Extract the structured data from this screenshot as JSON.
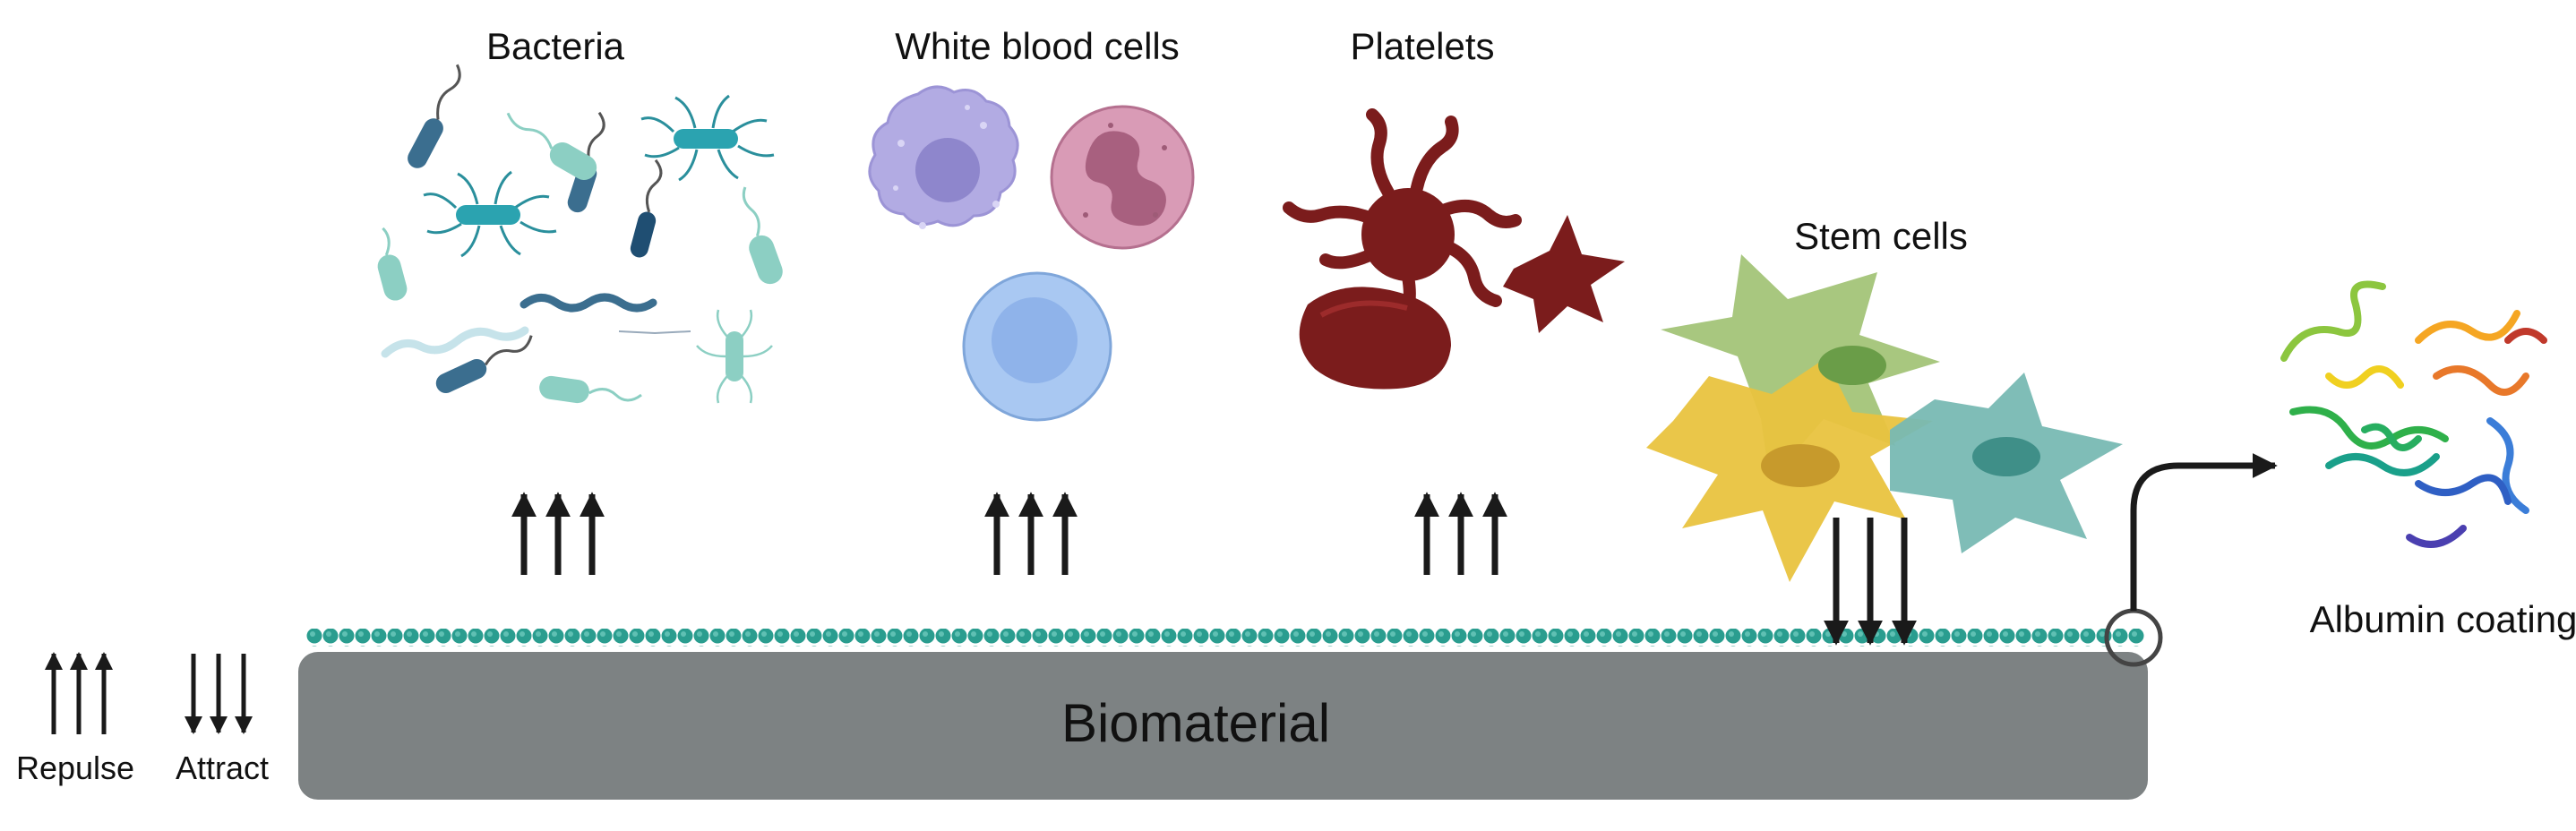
{
  "labels": {
    "bacteria": "Bacteria",
    "white_blood_cells": "White blood cells",
    "platelets": "Platelets",
    "stem_cells": "Stem cells",
    "albumin_coating": "Albumin coating",
    "biomaterial": "Biomaterial"
  },
  "legend": {
    "repulse": "Repulse",
    "attract": "Attract"
  },
  "colors": {
    "biomaterial": "#7d8283",
    "coating": "#2a9d8f",
    "arrow": "#1a1a1a",
    "bacteria_dark": "#3b6e8f",
    "bacteria_teal": "#2ba3b0",
    "bacteria_light": "#8ccfc3",
    "wbc_purple": "#b2abe3",
    "wbc_pink": "#cf8eab",
    "wbc_blue": "#a9c8f2",
    "platelet": "#7b1c1c",
    "stem_green": "#a3c478",
    "stem_yellow": "#e9c33f",
    "stem_teal": "#78b9b3"
  }
}
